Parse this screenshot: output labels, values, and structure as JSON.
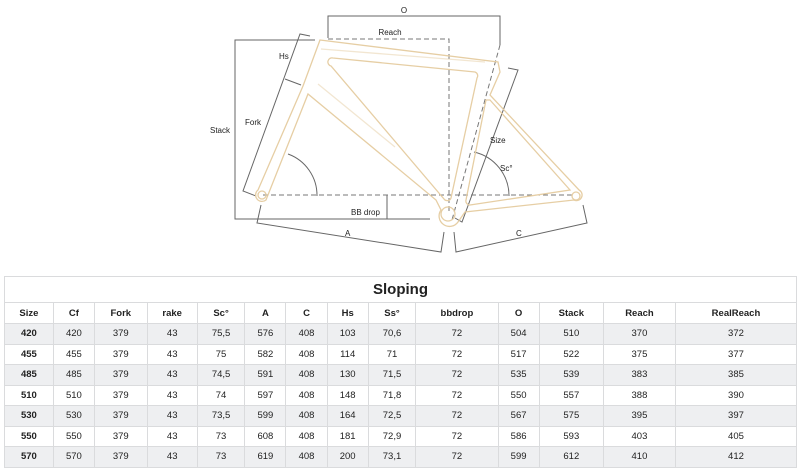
{
  "diagram": {
    "labels": {
      "O": "O",
      "reach": "Reach",
      "hs": "Hs",
      "stack": "Stack",
      "fork": "Fork",
      "size": "Size",
      "sc": "Sc°",
      "bb_drop": "BB drop",
      "a": "A",
      "c": "C"
    },
    "frame_color": "#e6cea4",
    "line_color": "#555555"
  },
  "table": {
    "title": "Sloping",
    "headers": [
      "Size",
      "Cf",
      "Fork",
      "rake",
      "Sc°",
      "A",
      "C",
      "Hs",
      "Ss°",
      "bbdrop",
      "O",
      "Stack",
      "Reach",
      "RealReach"
    ],
    "rows": [
      [
        "420",
        "420",
        "379",
        "43",
        "75,5",
        "576",
        "408",
        "103",
        "70,6",
        "72",
        "504",
        "510",
        "370",
        "372"
      ],
      [
        "455",
        "455",
        "379",
        "43",
        "75",
        "582",
        "408",
        "114",
        "71",
        "72",
        "517",
        "522",
        "375",
        "377"
      ],
      [
        "485",
        "485",
        "379",
        "43",
        "74,5",
        "591",
        "408",
        "130",
        "71,5",
        "72",
        "535",
        "539",
        "383",
        "385"
      ],
      [
        "510",
        "510",
        "379",
        "43",
        "74",
        "597",
        "408",
        "148",
        "71,8",
        "72",
        "550",
        "557",
        "388",
        "390"
      ],
      [
        "530",
        "530",
        "379",
        "43",
        "73,5",
        "599",
        "408",
        "164",
        "72,5",
        "72",
        "567",
        "575",
        "395",
        "397"
      ],
      [
        "550",
        "550",
        "379",
        "43",
        "73",
        "608",
        "408",
        "181",
        "72,9",
        "72",
        "586",
        "593",
        "403",
        "405"
      ],
      [
        "570",
        "570",
        "379",
        "43",
        "73",
        "619",
        "408",
        "200",
        "73,1",
        "72",
        "599",
        "612",
        "410",
        "412"
      ]
    ]
  }
}
